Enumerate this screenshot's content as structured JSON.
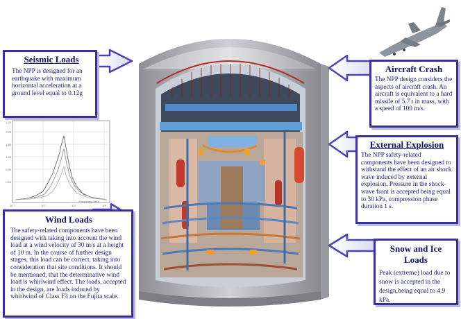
{
  "seismic": {
    "title": "Seismic Loads",
    "text": "The NPP is designed for an earthquake with maximum horizontal acceleration at a ground level  equal to 0.12g"
  },
  "aircraft": {
    "title": "Aircraft Crash",
    "text": "The NPP design considers the aspects of aircraft crash. An aircraft is equivalent to a hard missile of 5.7 t in mass, with a speed of 100 m/s."
  },
  "explosion": {
    "title": "External Explosion",
    "text": "The NPP safety-related components have been designed to withstand the effect of an air shock wave induced by external explosion. Pressure in the shock-wave front is accepted being equal to 30 kPa, compression phase duration 1 s."
  },
  "wind": {
    "title": "Wind Loads",
    "text": "The safety-related components have been designed with taking into account the wind load at a wind velocity of 30 m/s at a height of 10 m. In the course of further design stages, this load can be correct, taking into consideration that site conditions. It should be mentioned, that the determinative wind load is whirlwind effect. The loads, accepted in the design, are loads induced by whirlwind of Class F3 on the Fujita scale."
  },
  "snow": {
    "title": "Snow and Ice Loads",
    "text": "Peak (extreme) load due to snow is accepted in the design,being equal to 4.9 kPa."
  },
  "spectrum": {
    "y_ticks": [
      "2.70",
      "2.25",
      "1.80",
      "1.35",
      "0.90",
      "0.45"
    ],
    "x_ticks": [
      "10⁻¹",
      "10⁰",
      "10¹",
      "10²"
    ],
    "x_label": "Frequency (Hz)"
  }
}
